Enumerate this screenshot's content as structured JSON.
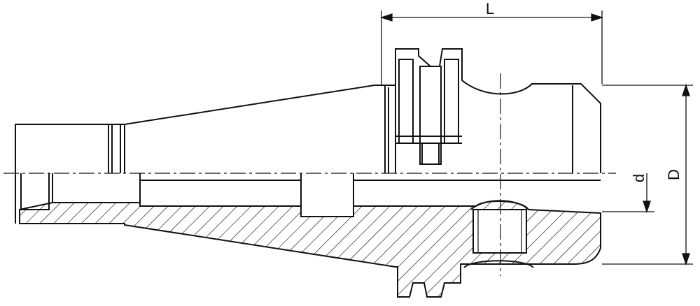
{
  "drawing": {
    "labels": {
      "length": "L",
      "bore_diameter": "d",
      "outer_diameter": "D"
    },
    "colors": {
      "line": "#111111",
      "background": "#ffffff"
    }
  }
}
